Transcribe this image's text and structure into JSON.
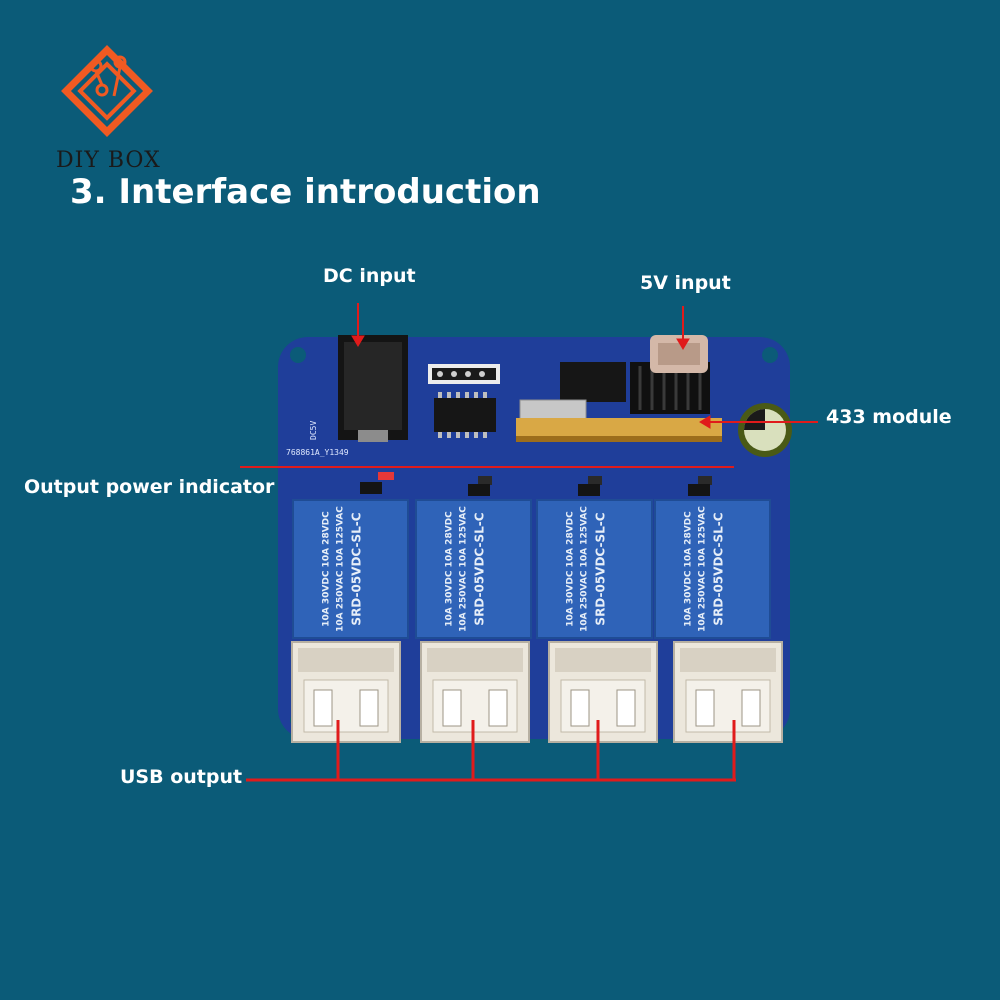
{
  "brand": {
    "name": "DIY BOX",
    "logo_icon": "circuit-logo-icon",
    "accent": "#f05a22"
  },
  "heading": "3. Interface introduction",
  "callouts": {
    "dc_input": "DC input",
    "v5_input": "5V input",
    "module_433": "433 module",
    "output_power_indicator": "Output power indicator",
    "usb_output": "USB output"
  },
  "board": {
    "silkscreen_power": "DC5V",
    "silkscreen_id": "768861A_Y1349",
    "relay_model": "SRD-05VDC-SL-C",
    "relay_rating_1": "10A 250VAC  10A 125VAC",
    "relay_rating_2": "10A 30VDC  10A 28VDC",
    "relay_count": 4,
    "usb_port_count": 4,
    "colors": {
      "pcb": "#1f3e9a",
      "relay": "#2f63b8",
      "annotation": "#e01b1b"
    }
  }
}
